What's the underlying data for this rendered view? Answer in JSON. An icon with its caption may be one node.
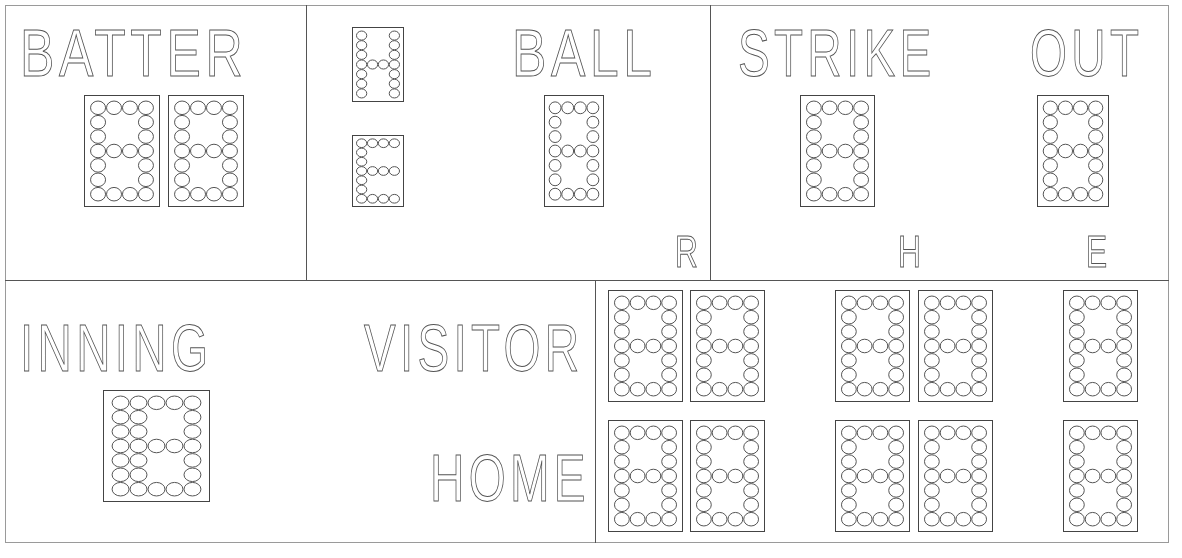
{
  "diagram": {
    "labels": [
      "BATTER",
      "BALL",
      "STRIKE",
      "OUT",
      "R",
      "H",
      "E",
      "INNING",
      "VISITOR",
      "HOME"
    ]
  }
}
